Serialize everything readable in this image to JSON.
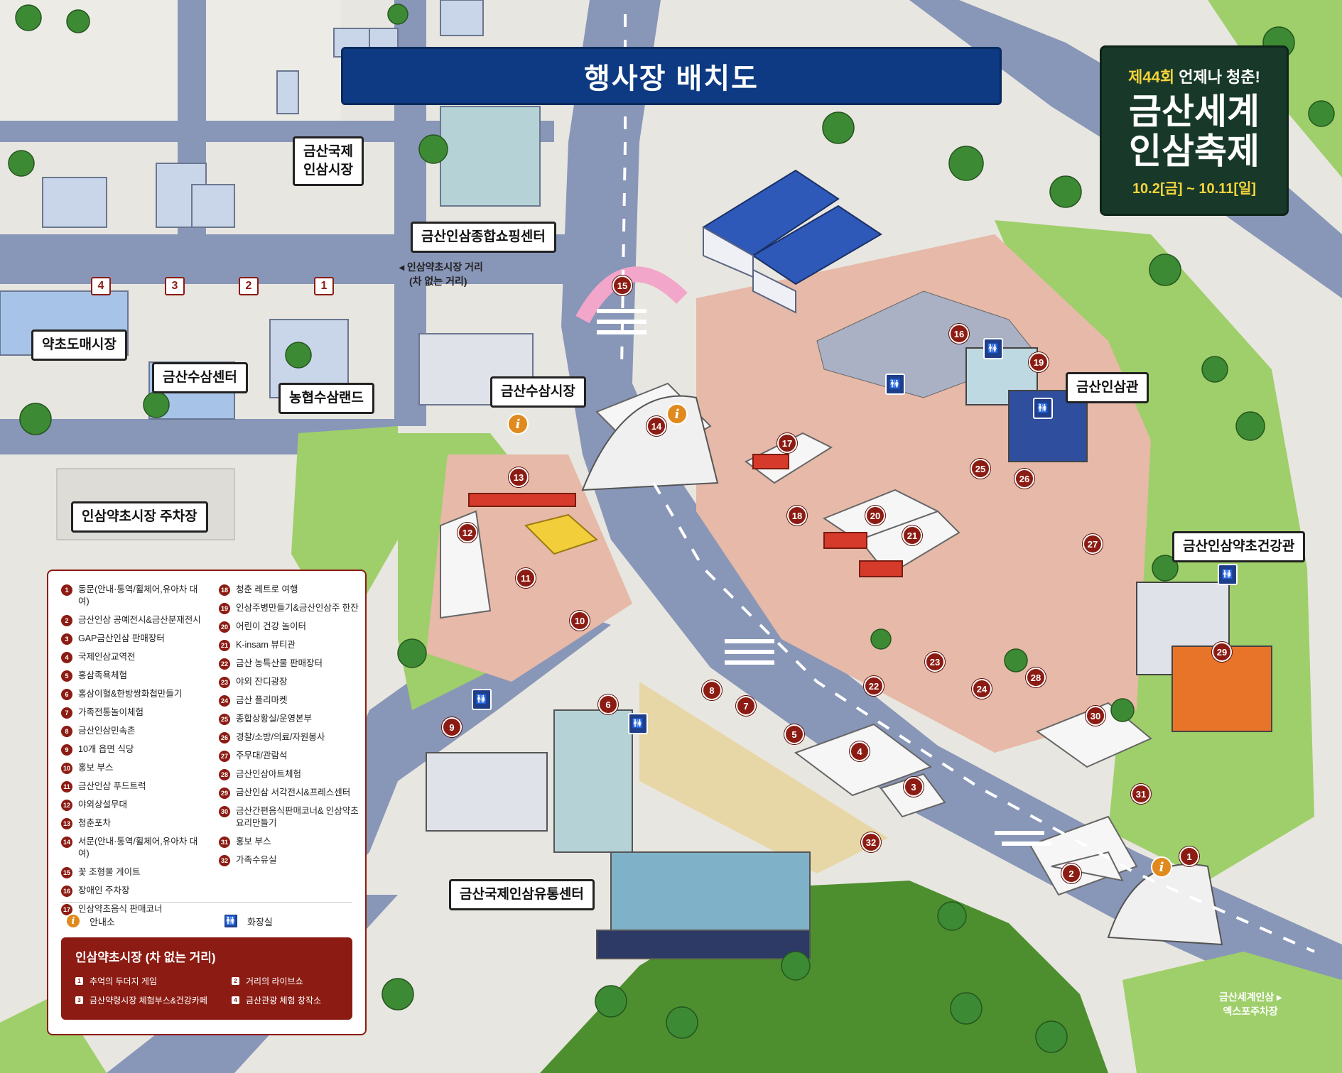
{
  "title": "행사장 배치도",
  "festival": {
    "edition_prefix": "제44회",
    "slogan": "언제나 청춘!",
    "name_line1": "금산세계",
    "name_line2": "인삼축제",
    "dates": "10.2[금] ~ 10.11[일]"
  },
  "places": {
    "ginseng_market_l1": "금산국제",
    "ginseng_market_l2": "인삼시장",
    "shopping_center": "금산인삼종합쇼핑센터",
    "herb_wholesale": "약초도매시장",
    "fresh_ginseng_center": "금산수삼센터",
    "nonghyup_land": "농협수삼랜드",
    "fresh_ginseng_market": "금산수삼시장",
    "parking": "인삼약초시장 주차장",
    "ginseng_hall": "금산인삼관",
    "health_hall": "금산인삼약초건강관",
    "distribution_center": "금산국제인삼유통센터",
    "street_note_l1": "◂ 인삼약초시장 거리",
    "street_note_l2": "(차 없는 거리)",
    "expo_parking_l1": "금산세계인삼 ▸",
    "expo_parking_l2": "엑스포주차장"
  },
  "colors": {
    "banner": "#0d3a82",
    "festival_box": "#18392a",
    "festival_accent": "#f4d33a",
    "marker": "#8c1c13",
    "info": "#e08a1e",
    "restroom": "#1f3e8a",
    "road": "#8896b8",
    "grass": "#9fcf6a",
    "plaza": "#e6b9a8"
  },
  "market_street_markers": [
    "4",
    "3",
    "2",
    "1"
  ],
  "markers": [
    "1",
    "2",
    "3",
    "4",
    "5",
    "6",
    "7",
    "8",
    "9",
    "10",
    "11",
    "12",
    "13",
    "14",
    "15",
    "16",
    "17",
    "18",
    "19",
    "20",
    "21",
    "22",
    "23",
    "24",
    "25",
    "26",
    "27",
    "28",
    "29",
    "30",
    "31",
    "32"
  ],
  "icons": {
    "info": "i",
    "restroom": "🚻"
  },
  "legend": {
    "items_col1": [
      {
        "num": "1",
        "label": "동문(안내·통역/휠체어,유아차 대여)"
      },
      {
        "num": "2",
        "label": "금산인삼 공예전시&금산분재전시"
      },
      {
        "num": "3",
        "label": "GAP금산인삼 판매장터"
      },
      {
        "num": "4",
        "label": "국제인삼교역전"
      },
      {
        "num": "5",
        "label": "홍삼족욕체험"
      },
      {
        "num": "6",
        "label": "홍삼이혈&한방쌍화첩만들기"
      },
      {
        "num": "7",
        "label": "가족전통놀이체험"
      },
      {
        "num": "8",
        "label": "금산인삼민속촌"
      },
      {
        "num": "9",
        "label": "10개 읍면 식당"
      },
      {
        "num": "10",
        "label": "홍보 부스"
      },
      {
        "num": "11",
        "label": "금산인삼 푸드트럭"
      },
      {
        "num": "12",
        "label": "야외상설무대"
      },
      {
        "num": "13",
        "label": "청춘포차"
      },
      {
        "num": "14",
        "label": "서문(안내·통역/휠체어,유아차 대여)"
      },
      {
        "num": "15",
        "label": "꽃 조형물 게이트"
      },
      {
        "num": "16",
        "label": "장애인 주차장"
      },
      {
        "num": "17",
        "label": "인삼약초음식 판매코너"
      }
    ],
    "items_col2": [
      {
        "num": "18",
        "label": "청춘 레트로 여행"
      },
      {
        "num": "19",
        "label": "인삼주병만들기&금산인삼주 한잔"
      },
      {
        "num": "20",
        "label": "어린이 건강 놀이터"
      },
      {
        "num": "21",
        "label": "K-insam 뷰티관"
      },
      {
        "num": "22",
        "label": "금산 농특산물 판매장터"
      },
      {
        "num": "23",
        "label": "야외 잔디광장"
      },
      {
        "num": "24",
        "label": "금산 플리마켓"
      },
      {
        "num": "25",
        "label": "종합상황실/운영본부"
      },
      {
        "num": "26",
        "label": "경찰/소방/의료/자원봉사"
      },
      {
        "num": "27",
        "label": "주무대/관람석"
      },
      {
        "num": "28",
        "label": "금산인삼아트체험"
      },
      {
        "num": "29",
        "label": "금산인삼 서각전시&프레스센터"
      },
      {
        "num": "30",
        "label": "금산간편음식판매코너& 인삼약초요리만들기"
      },
      {
        "num": "31",
        "label": "홍보 부스"
      },
      {
        "num": "32",
        "label": "가족수유실"
      }
    ],
    "info_label": "안내소",
    "restroom_label": "화장실"
  },
  "market_street": {
    "title": "인삼약초시장 (차 없는 거리)",
    "items": [
      {
        "num": "1",
        "label": "추억의 두더지 게임"
      },
      {
        "num": "2",
        "label": "거리의 라이브쇼"
      },
      {
        "num": "3",
        "label": "금산약령시장 체험부스&건강카페"
      },
      {
        "num": "4",
        "label": "금산관광 체험 창작소"
      }
    ]
  }
}
